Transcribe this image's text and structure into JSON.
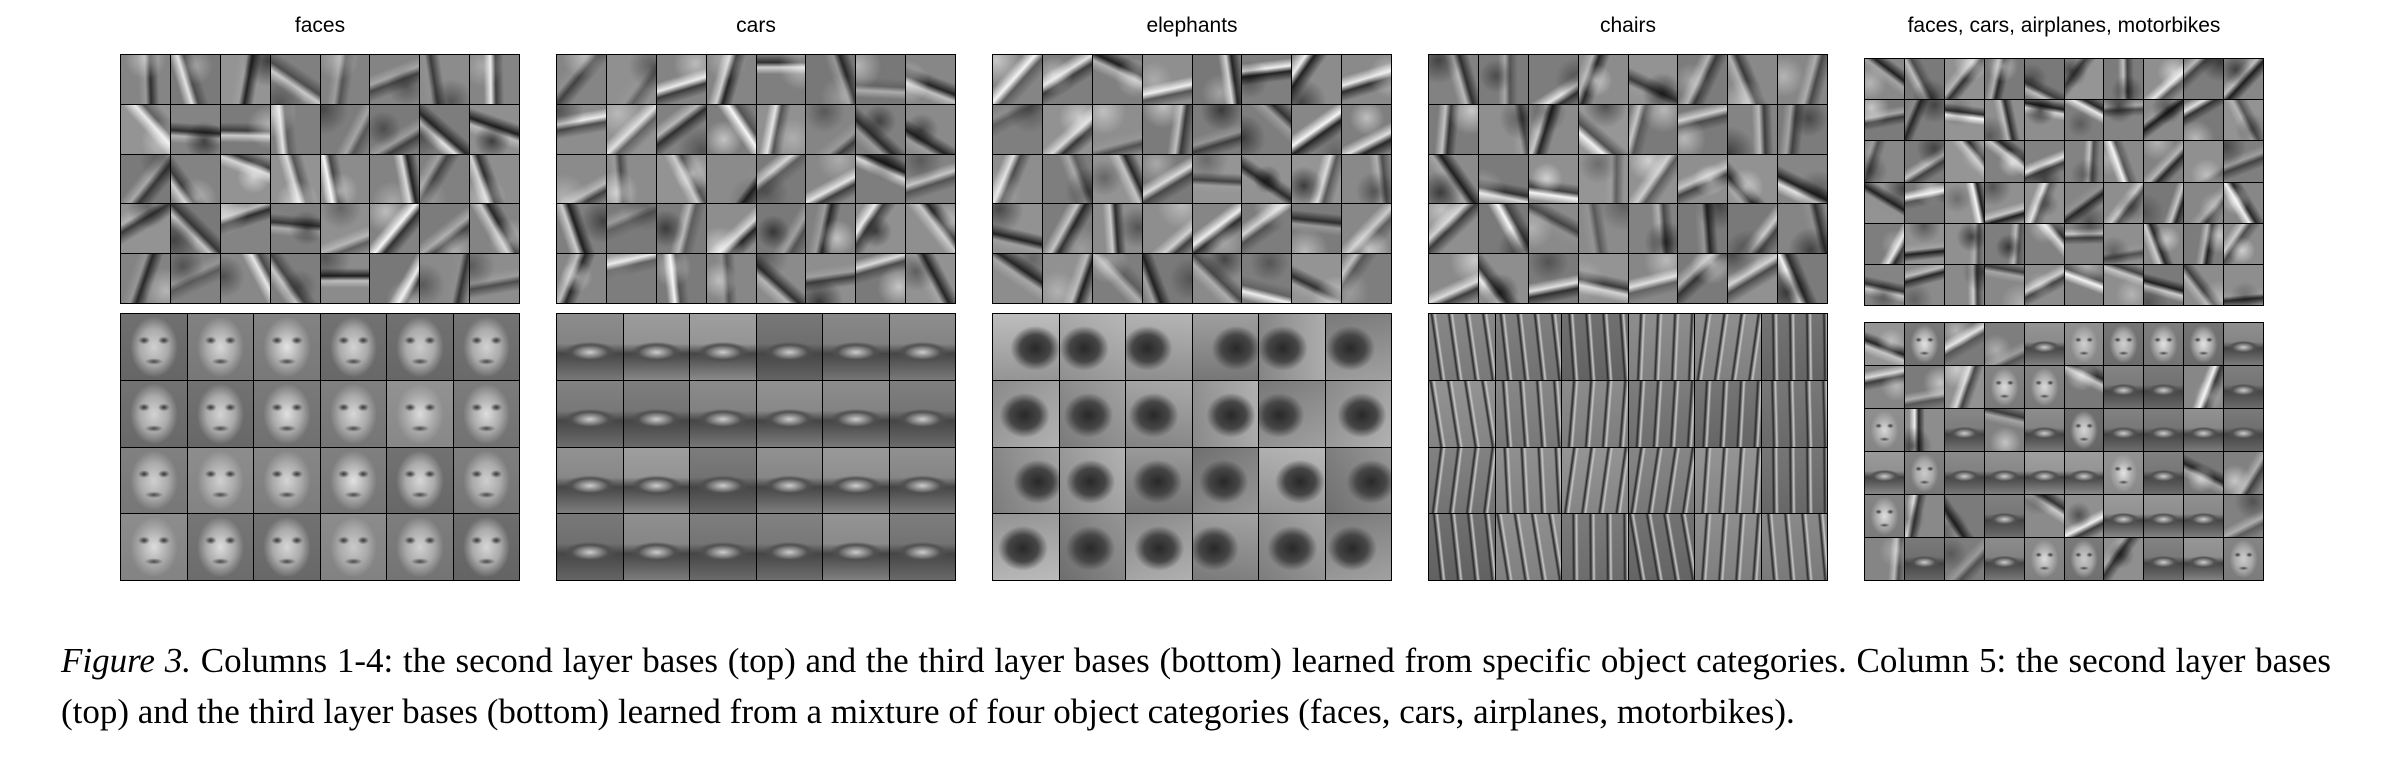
{
  "columns": [
    {
      "title": "faces",
      "top_grid": {
        "rows": 5,
        "cols": 8
      },
      "bottom_grid": {
        "rows": 4,
        "cols": 6
      },
      "bottom_kind": "face"
    },
    {
      "title": "cars",
      "top_grid": {
        "rows": 5,
        "cols": 8
      },
      "bottom_grid": {
        "rows": 4,
        "cols": 6
      },
      "bottom_kind": "car"
    },
    {
      "title": "elephants",
      "top_grid": {
        "rows": 5,
        "cols": 8
      },
      "bottom_grid": {
        "rows": 4,
        "cols": 6
      },
      "bottom_kind": "elephant"
    },
    {
      "title": "chairs",
      "top_grid": {
        "rows": 5,
        "cols": 8
      },
      "bottom_grid": {
        "rows": 4,
        "cols": 6
      },
      "bottom_kind": "chair"
    },
    {
      "title": "faces, cars, airplanes, motorbikes",
      "top_grid": {
        "rows": 6,
        "cols": 10
      },
      "bottom_grid": {
        "rows": 6,
        "cols": 10
      },
      "bottom_kind": "mixed"
    }
  ],
  "caption": {
    "label": "Figure 3.",
    "text": " Columns 1-4:  the second layer bases (top) and the third layer bases (bottom) learned from specific object categories.  Column 5: the second layer bases (top) and the third layer bases (bottom) learned from a mixture of four object categories (faces, cars, airplanes, motorbikes)."
  }
}
